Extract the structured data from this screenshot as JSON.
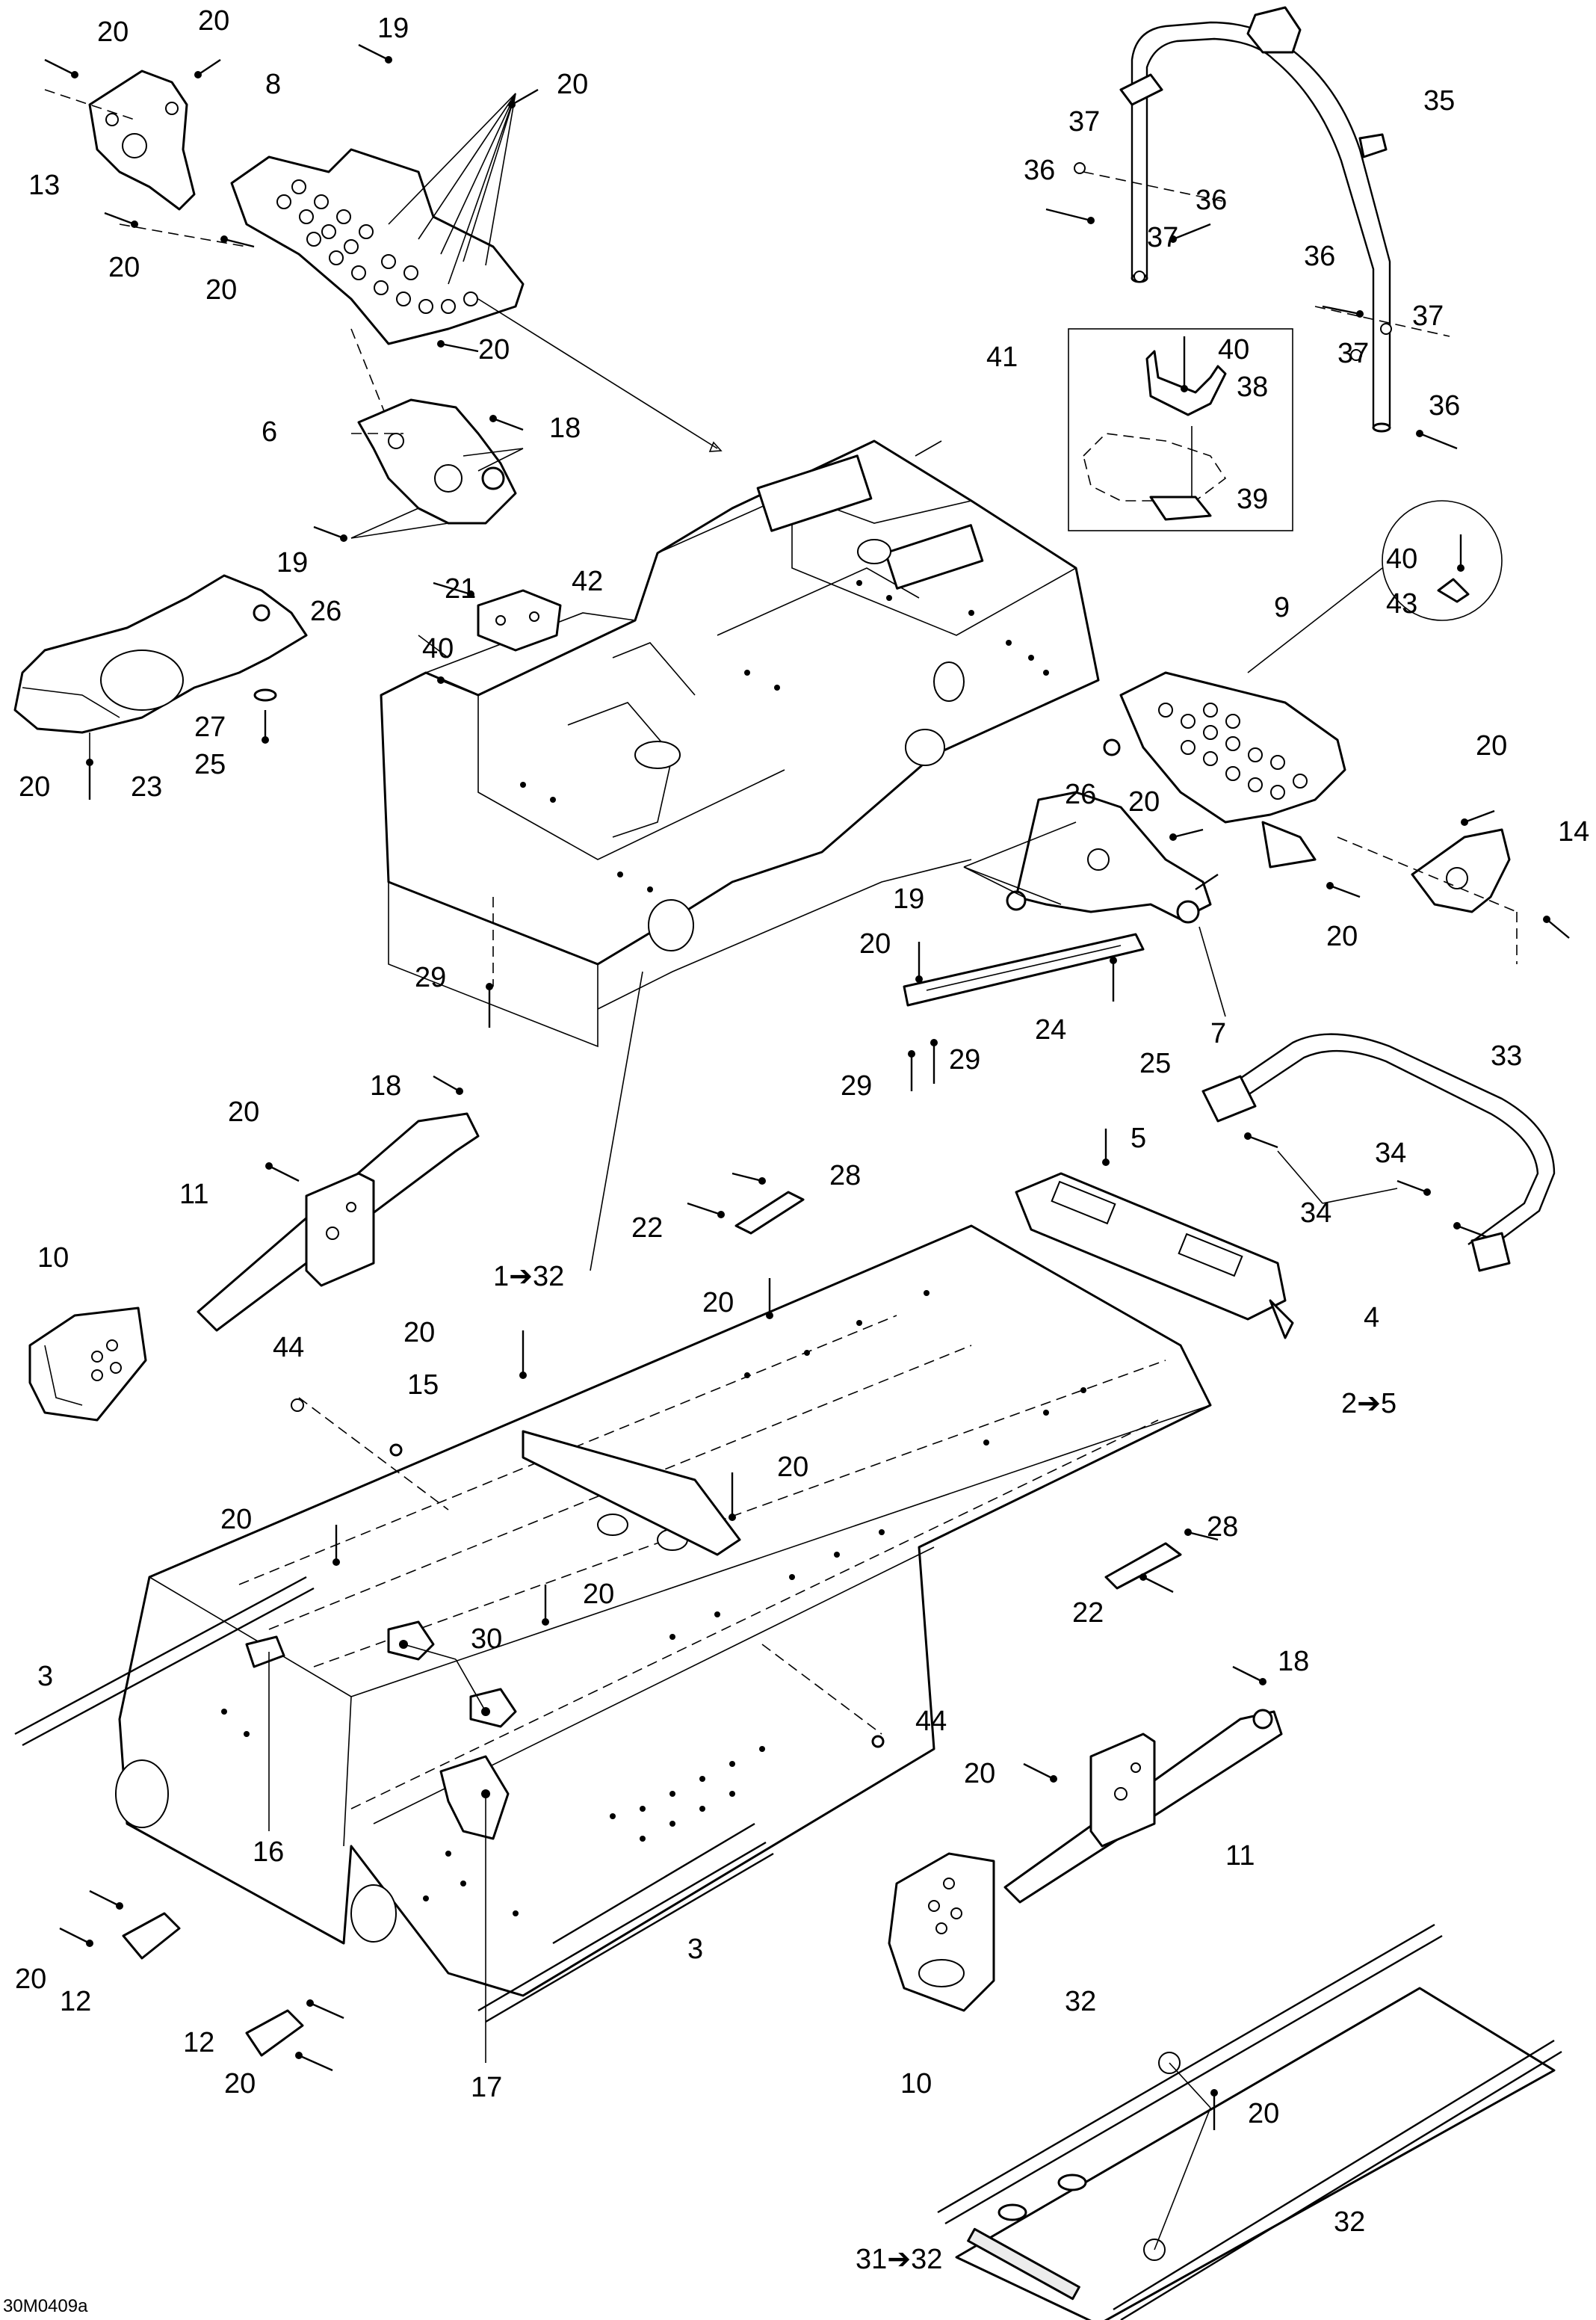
{
  "figure_ref": "30M0409a",
  "watermark": "",
  "callouts": [
    "20",
    "20",
    "19",
    "20",
    "8",
    "13",
    "20",
    "20",
    "35",
    "37",
    "36",
    "36",
    "37",
    "36",
    "37",
    "37",
    "36",
    "40",
    "38",
    "39",
    "41",
    "20",
    "6",
    "18",
    "19",
    "21",
    "42",
    "26",
    "40",
    "23",
    "27",
    "25",
    "20",
    "40",
    "43",
    "9",
    "26",
    "20",
    "19",
    "20",
    "14",
    "20",
    "29",
    "20",
    "24",
    "25",
    "7",
    "29",
    "29",
    "18",
    "20",
    "11",
    "28",
    "22",
    "10",
    "5",
    "33",
    "34",
    "34",
    "4",
    "1➔32",
    "20",
    "20",
    "44",
    "15",
    "20",
    "2➔5",
    "20",
    "20",
    "30",
    "3",
    "28",
    "22",
    "16",
    "44",
    "18",
    "20",
    "11",
    "3",
    "20",
    "12",
    "12",
    "20",
    "17",
    "10",
    "32",
    "20",
    "31➔32",
    "32"
  ]
}
